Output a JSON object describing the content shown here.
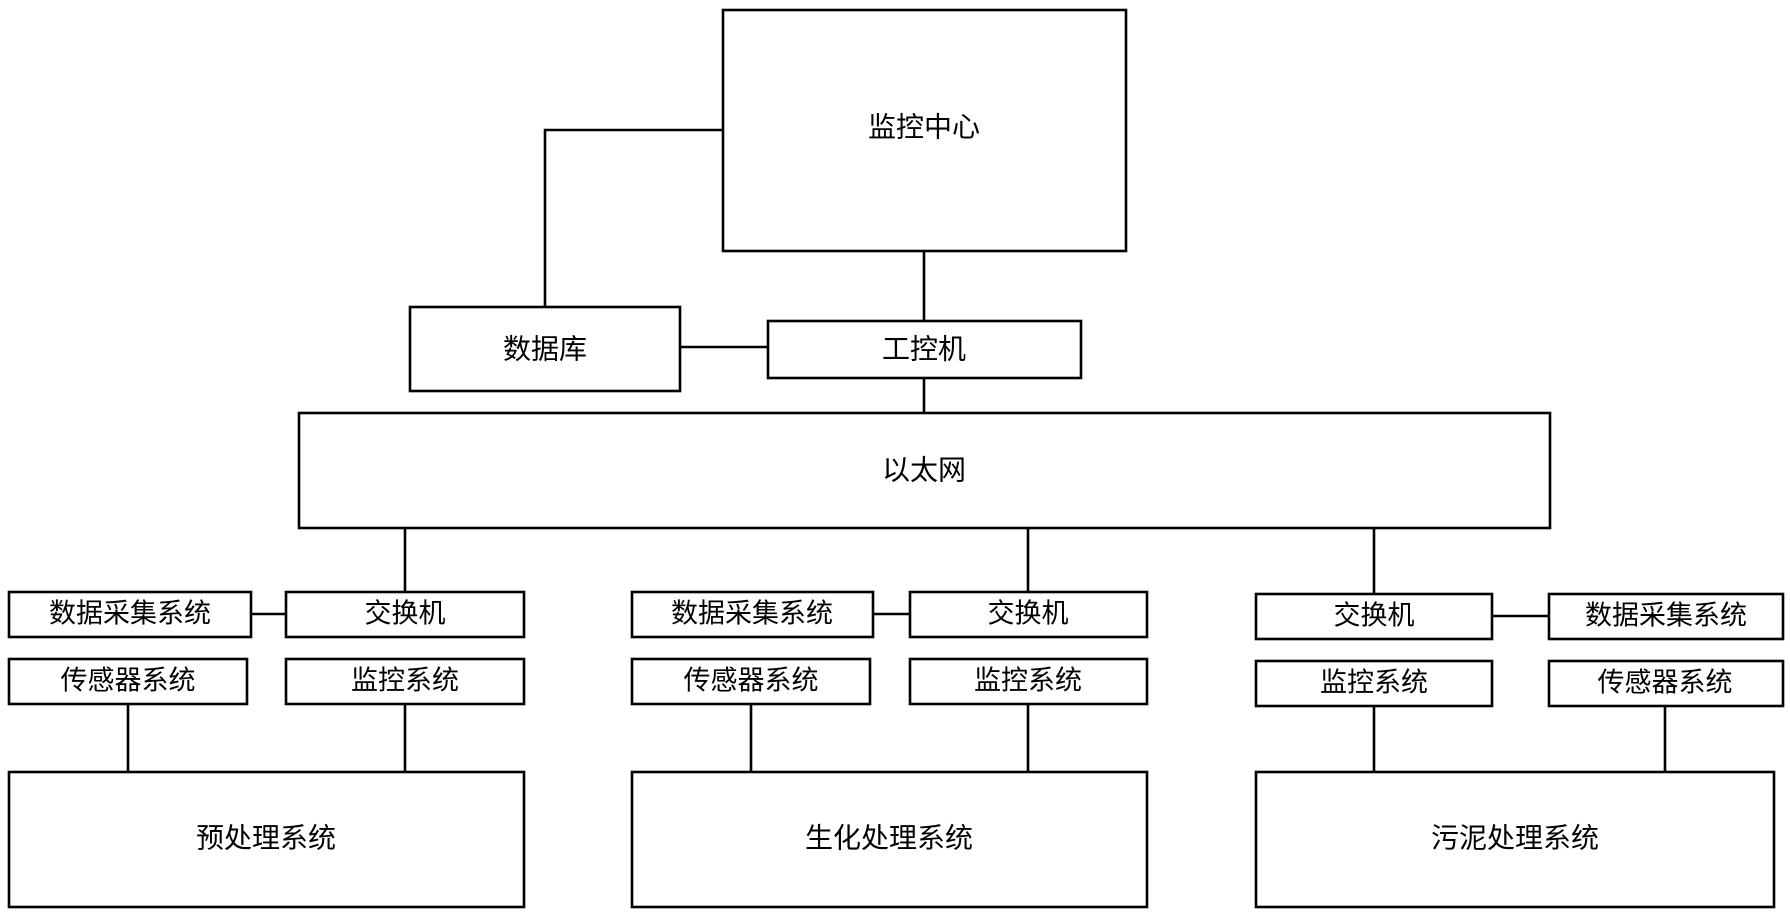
{
  "nodes": {
    "monitoring_center": "监控中心",
    "database": "数据库",
    "industrial_pc": "工控机",
    "ethernet": "以太网",
    "pre": {
      "data_acquisition": "数据采集系统",
      "switch": "交换机",
      "sensor": "传感器系统",
      "monitoring": "监控系统",
      "process": "预处理系统"
    },
    "bio": {
      "data_acquisition": "数据采集系统",
      "switch": "交换机",
      "sensor": "传感器系统",
      "monitoring": "监控系统",
      "process": "生化处理系统"
    },
    "sludge": {
      "switch": "交换机",
      "data_acquisition": "数据采集系统",
      "monitoring": "监控系统",
      "sensor": "传感器系统",
      "process": "污泥处理系统"
    }
  }
}
